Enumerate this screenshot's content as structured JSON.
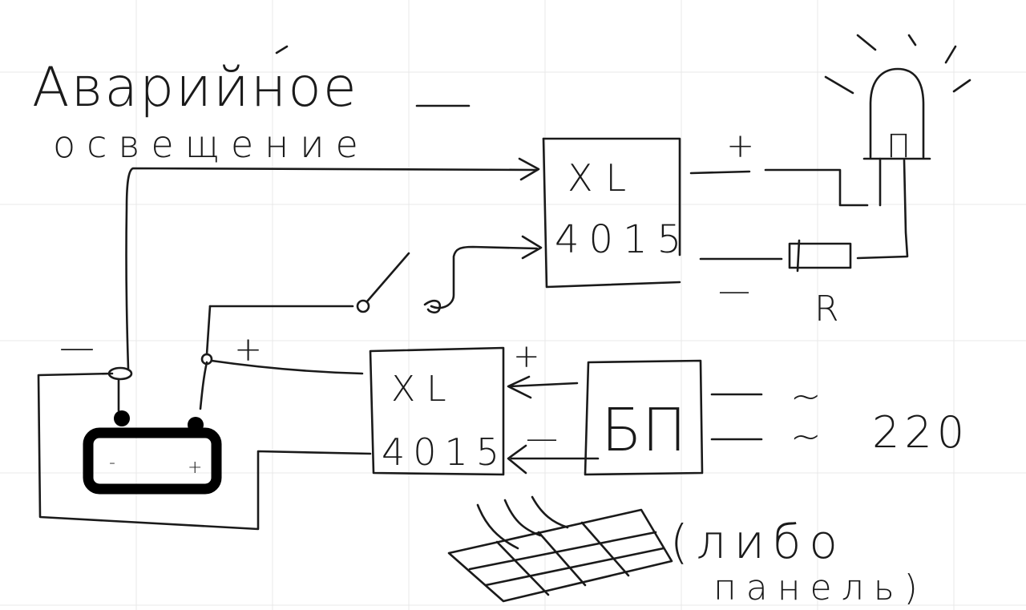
{
  "title": {
    "line1": "Аварийное",
    "line2": "освещение"
  },
  "controller_top": {
    "line1": "XL",
    "line2": "4015"
  },
  "controller_bottom": {
    "line1": "XL",
    "line2": "4015"
  },
  "power_supply": {
    "label": "БП"
  },
  "mains": {
    "tilde1": "~",
    "tilde2": "~",
    "voltage": "220"
  },
  "resistor": {
    "label": "R"
  },
  "battery": {
    "minus": "-",
    "plus": "+"
  },
  "signs": {
    "top_out_plus": "+",
    "top_out_minus": "—",
    "battery_minus": "—",
    "battery_plus": "+",
    "bp_plus": "+",
    "bp_minus": "—"
  },
  "lamp": {
    "symbol": "П"
  },
  "alternative": {
    "line1": "(либо",
    "line2": "панель)"
  }
}
